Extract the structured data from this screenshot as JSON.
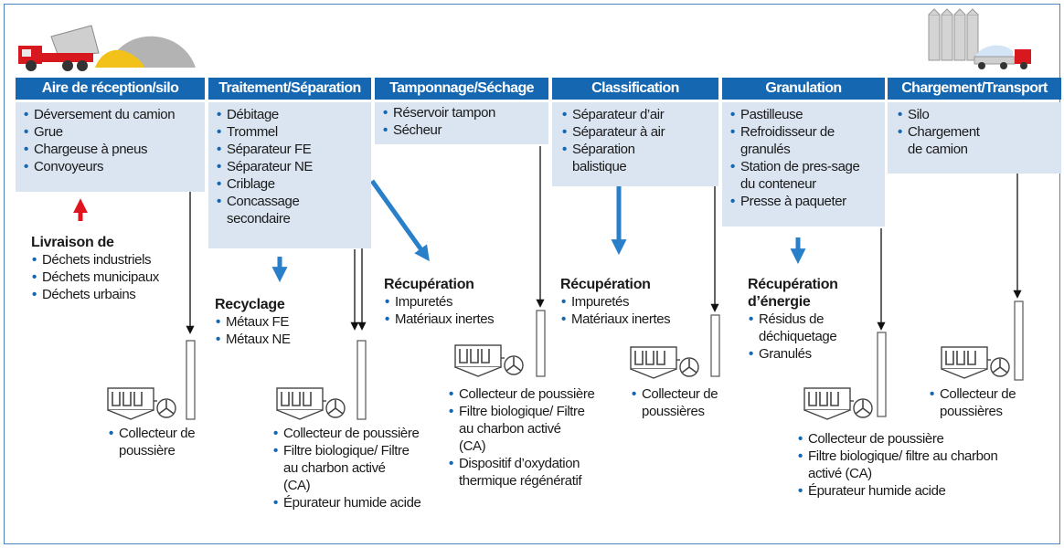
{
  "columns": [
    {
      "header": "Aire de réception/silo",
      "items": [
        "Déversement du camion",
        "Grue",
        "Chargeuse à pneus",
        "Convoyeurs"
      ]
    },
    {
      "header": "Traitement/Séparation",
      "items": [
        "Débitage",
        "Trommel",
        "Séparateur FE",
        "Séparateur NE",
        "Criblage",
        "Concassage secondaire"
      ]
    },
    {
      "header": "Tamponnage/Séchage",
      "items": [
        "Réservoir tampon",
        "Sécheur"
      ]
    },
    {
      "header": "Classification",
      "items": [
        "Séparateur d’air",
        "Séparateur à air",
        "Séparation balistique"
      ]
    },
    {
      "header": "Granulation",
      "items": [
        "Pastilleuse",
        "Refroidisseur de granulés",
        "Station de pres-sage du conteneur",
        "Presse à paqueter"
      ]
    },
    {
      "header": "Chargement/Transport",
      "items": [
        "Silo",
        "Chargement de camion"
      ]
    }
  ],
  "outputs": {
    "delivery": {
      "title": "Livraison de",
      "items": [
        "Déchets industriels",
        "Déchets municipaux",
        "Déchets urbains"
      ]
    },
    "recycling": {
      "title": "Recyclage",
      "items": [
        "Métaux FE",
        "Métaux NE"
      ]
    },
    "recovery_1": {
      "title": "Récupération",
      "items": [
        "Impuretés",
        "Matériaux inertes"
      ]
    },
    "recovery_2": {
      "title": "Récupération",
      "items": [
        "Impuretés",
        "Matériaux inertes"
      ]
    },
    "energy": {
      "title": "Récupération d’énergie",
      "items": [
        "Résidus de déchiquetage",
        "Granulés"
      ]
    }
  },
  "dust": {
    "d1": [
      "Collecteur de poussière"
    ],
    "d2": [
      "Collecteur de poussière",
      "Filtre biologique/ Filtre au charbon activé (CA)",
      "Épurateur humide acide"
    ],
    "d3": [
      "Collecteur de poussière",
      "Filtre biologique/ Filtre au charbon activé (CA)",
      "Dispositif d’oxydation thermique régénératif"
    ],
    "d4": [
      "Collecteur de poussières"
    ],
    "d5": [
      "Collecteur de poussière",
      "Filtre biologique/ filtre au charbon activé (CA)",
      "Épurateur humide acide"
    ],
    "d6": [
      "Collecteur de poussières"
    ]
  },
  "colors": {
    "header": "#1567b2",
    "box": "#dbe5f1",
    "arrow_blue": "#2a7fc9",
    "arrow_red": "#e0141e",
    "frame": "#4a86c5"
  }
}
